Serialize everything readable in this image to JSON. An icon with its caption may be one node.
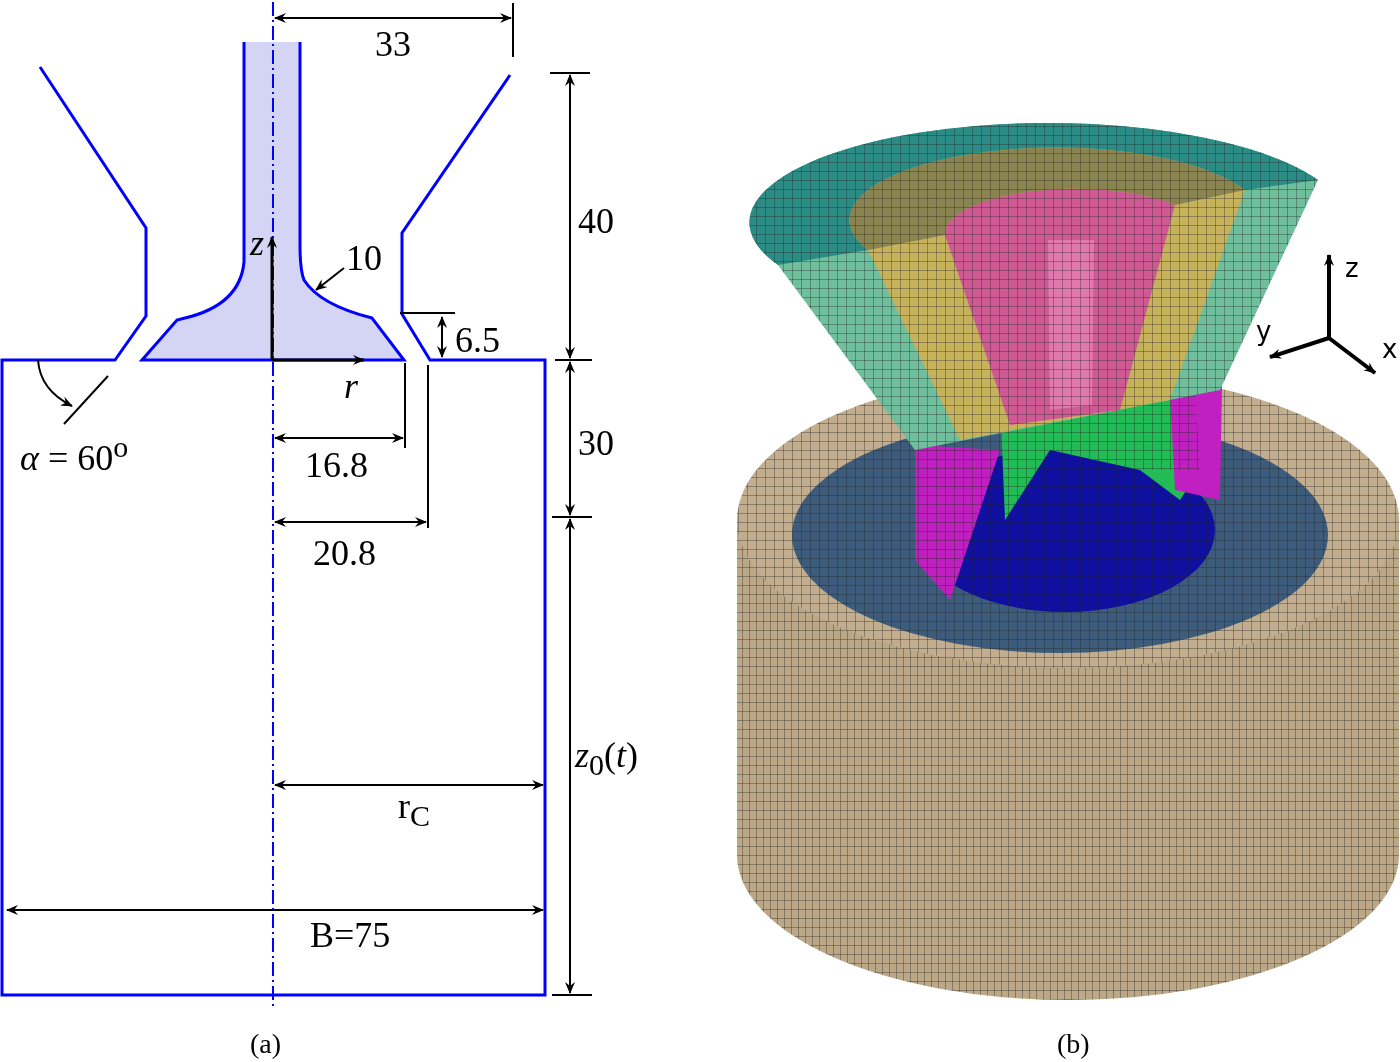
{
  "diagram": {
    "nodes": [
      {
        "text": [
          "10"
        ]
      },
      {
        "text": [],
        "shape": "picture"
      }
    ],
    "edges": [
      {
        "from": 0,
        "to": 1,
        "arrow": "to"
      }
    ],
    "labels": [
      "33",
      "40",
      "6.5",
      "30",
      "*z*$_{0}$(*t*)",
      "16.8",
      "20.8",
      "r$_{C}$",
      "B=75",
      "*α* = 60$^{o}$",
      "*z*",
      "*r*",
      "z",
      "y",
      "x",
      "(a)",
      "(b)"
    ]
  }
}
